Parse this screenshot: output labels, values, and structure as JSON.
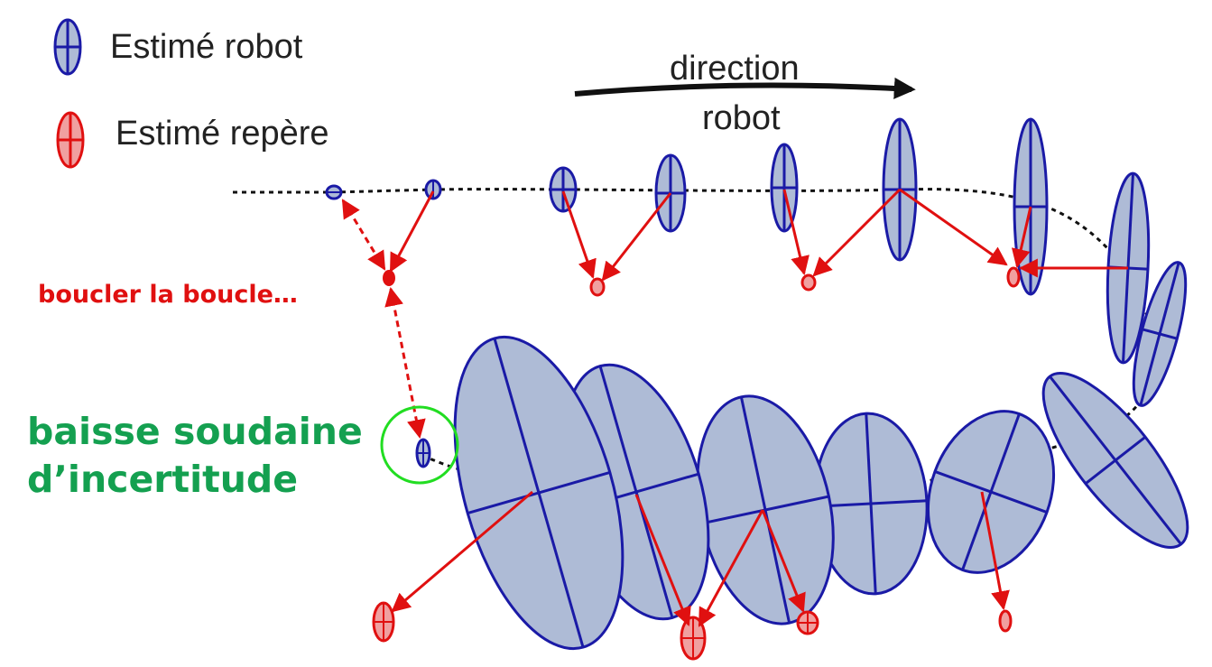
{
  "legend": {
    "robot_label": "Estimé robot",
    "landmark_label": "Estimé repère"
  },
  "direction": {
    "line1": "direction",
    "line2": "robot"
  },
  "annotations": {
    "loop_closure": "boucler la boucle…",
    "uncertainty_line1": "baisse soudaine",
    "uncertainty_line2": "d’incertitude"
  },
  "colors": {
    "robot_fill": "#aebbd6",
    "robot_stroke": "#1a1aa6",
    "landmark_fill": "#f0a0a0",
    "landmark_stroke": "#e01010",
    "arrow": "#e01010",
    "loop_text": "#e01010",
    "uncertainty_text": "#14a050",
    "highlight_circle": "#22dd22",
    "trajectory": "#111111"
  }
}
